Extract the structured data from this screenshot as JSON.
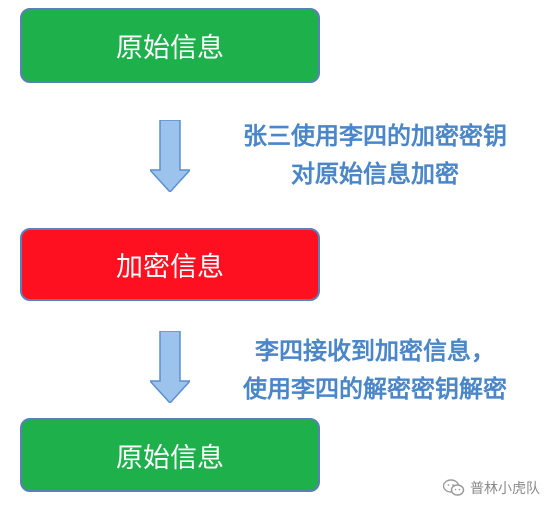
{
  "steps": [
    {
      "label": "原始信息",
      "color": "#1db04b"
    },
    {
      "label": "加密信息",
      "color": "#ff1020"
    },
    {
      "label": "原始信息",
      "color": "#1db04b"
    }
  ],
  "transitions": [
    {
      "line1": "张三使用李四的加密密钥",
      "line2": "对原始信息加密"
    },
    {
      "line1": "李四接收到加密信息，",
      "line2": "使用李四的解密密钥解密"
    }
  ],
  "watermark": {
    "text": "普林小虎队",
    "icon": "wechat-icon"
  },
  "colors": {
    "arrow_fill": "#9cc3ec",
    "arrow_stroke": "#5b8fcf",
    "text_blue": "#4a86c8",
    "box_border": "#5b7fb9"
  }
}
